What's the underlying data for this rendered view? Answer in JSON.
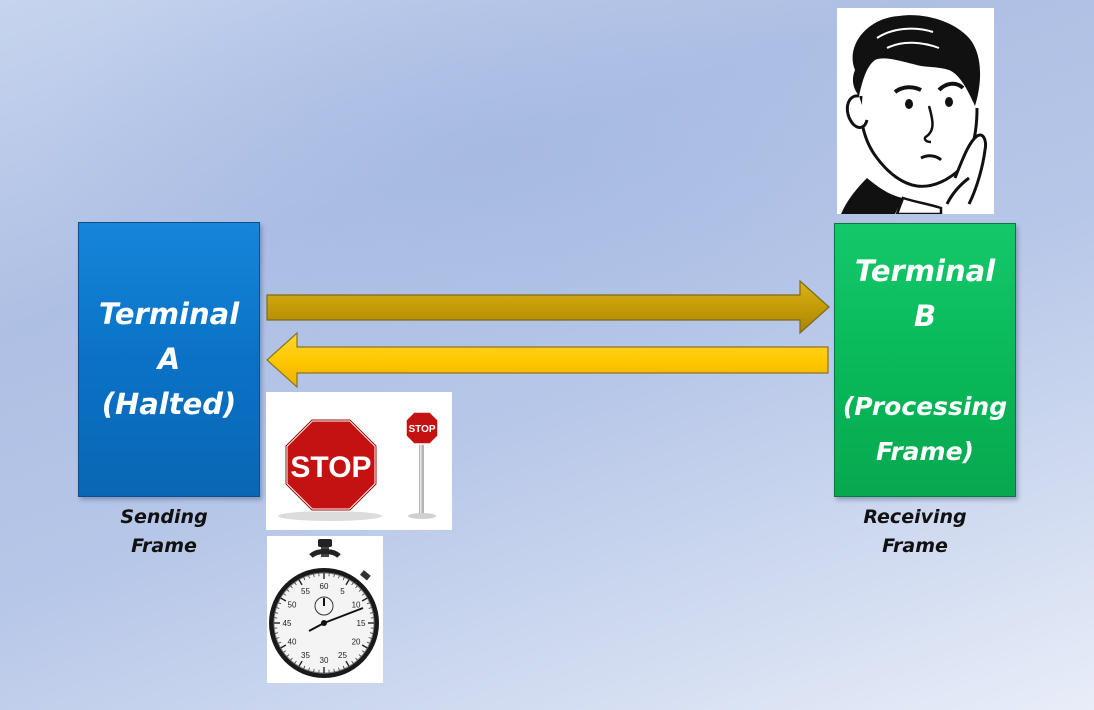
{
  "terminal_a": {
    "line1": "Terminal",
    "line2": "A",
    "line3": "(Halted)",
    "color": "#0a72c6",
    "caption_line1": "Sending",
    "caption_line2": "Frame"
  },
  "terminal_b": {
    "line1": "Terminal",
    "line2": "B",
    "line3": "(Processing",
    "line4": "Frame)",
    "color": "#09b95a",
    "caption_line1": "Receiving",
    "caption_line2": "Frame"
  },
  "arrows": {
    "forward_color": "#c9a20a",
    "backward_color": "#ffc800"
  },
  "images": {
    "stop_sign_large": "STOP",
    "stop_sign_small": "STOP",
    "stopwatch_dial": [
      "60",
      "5",
      "10",
      "15",
      "20",
      "25",
      "30",
      "35",
      "40",
      "45",
      "50",
      "55"
    ]
  }
}
